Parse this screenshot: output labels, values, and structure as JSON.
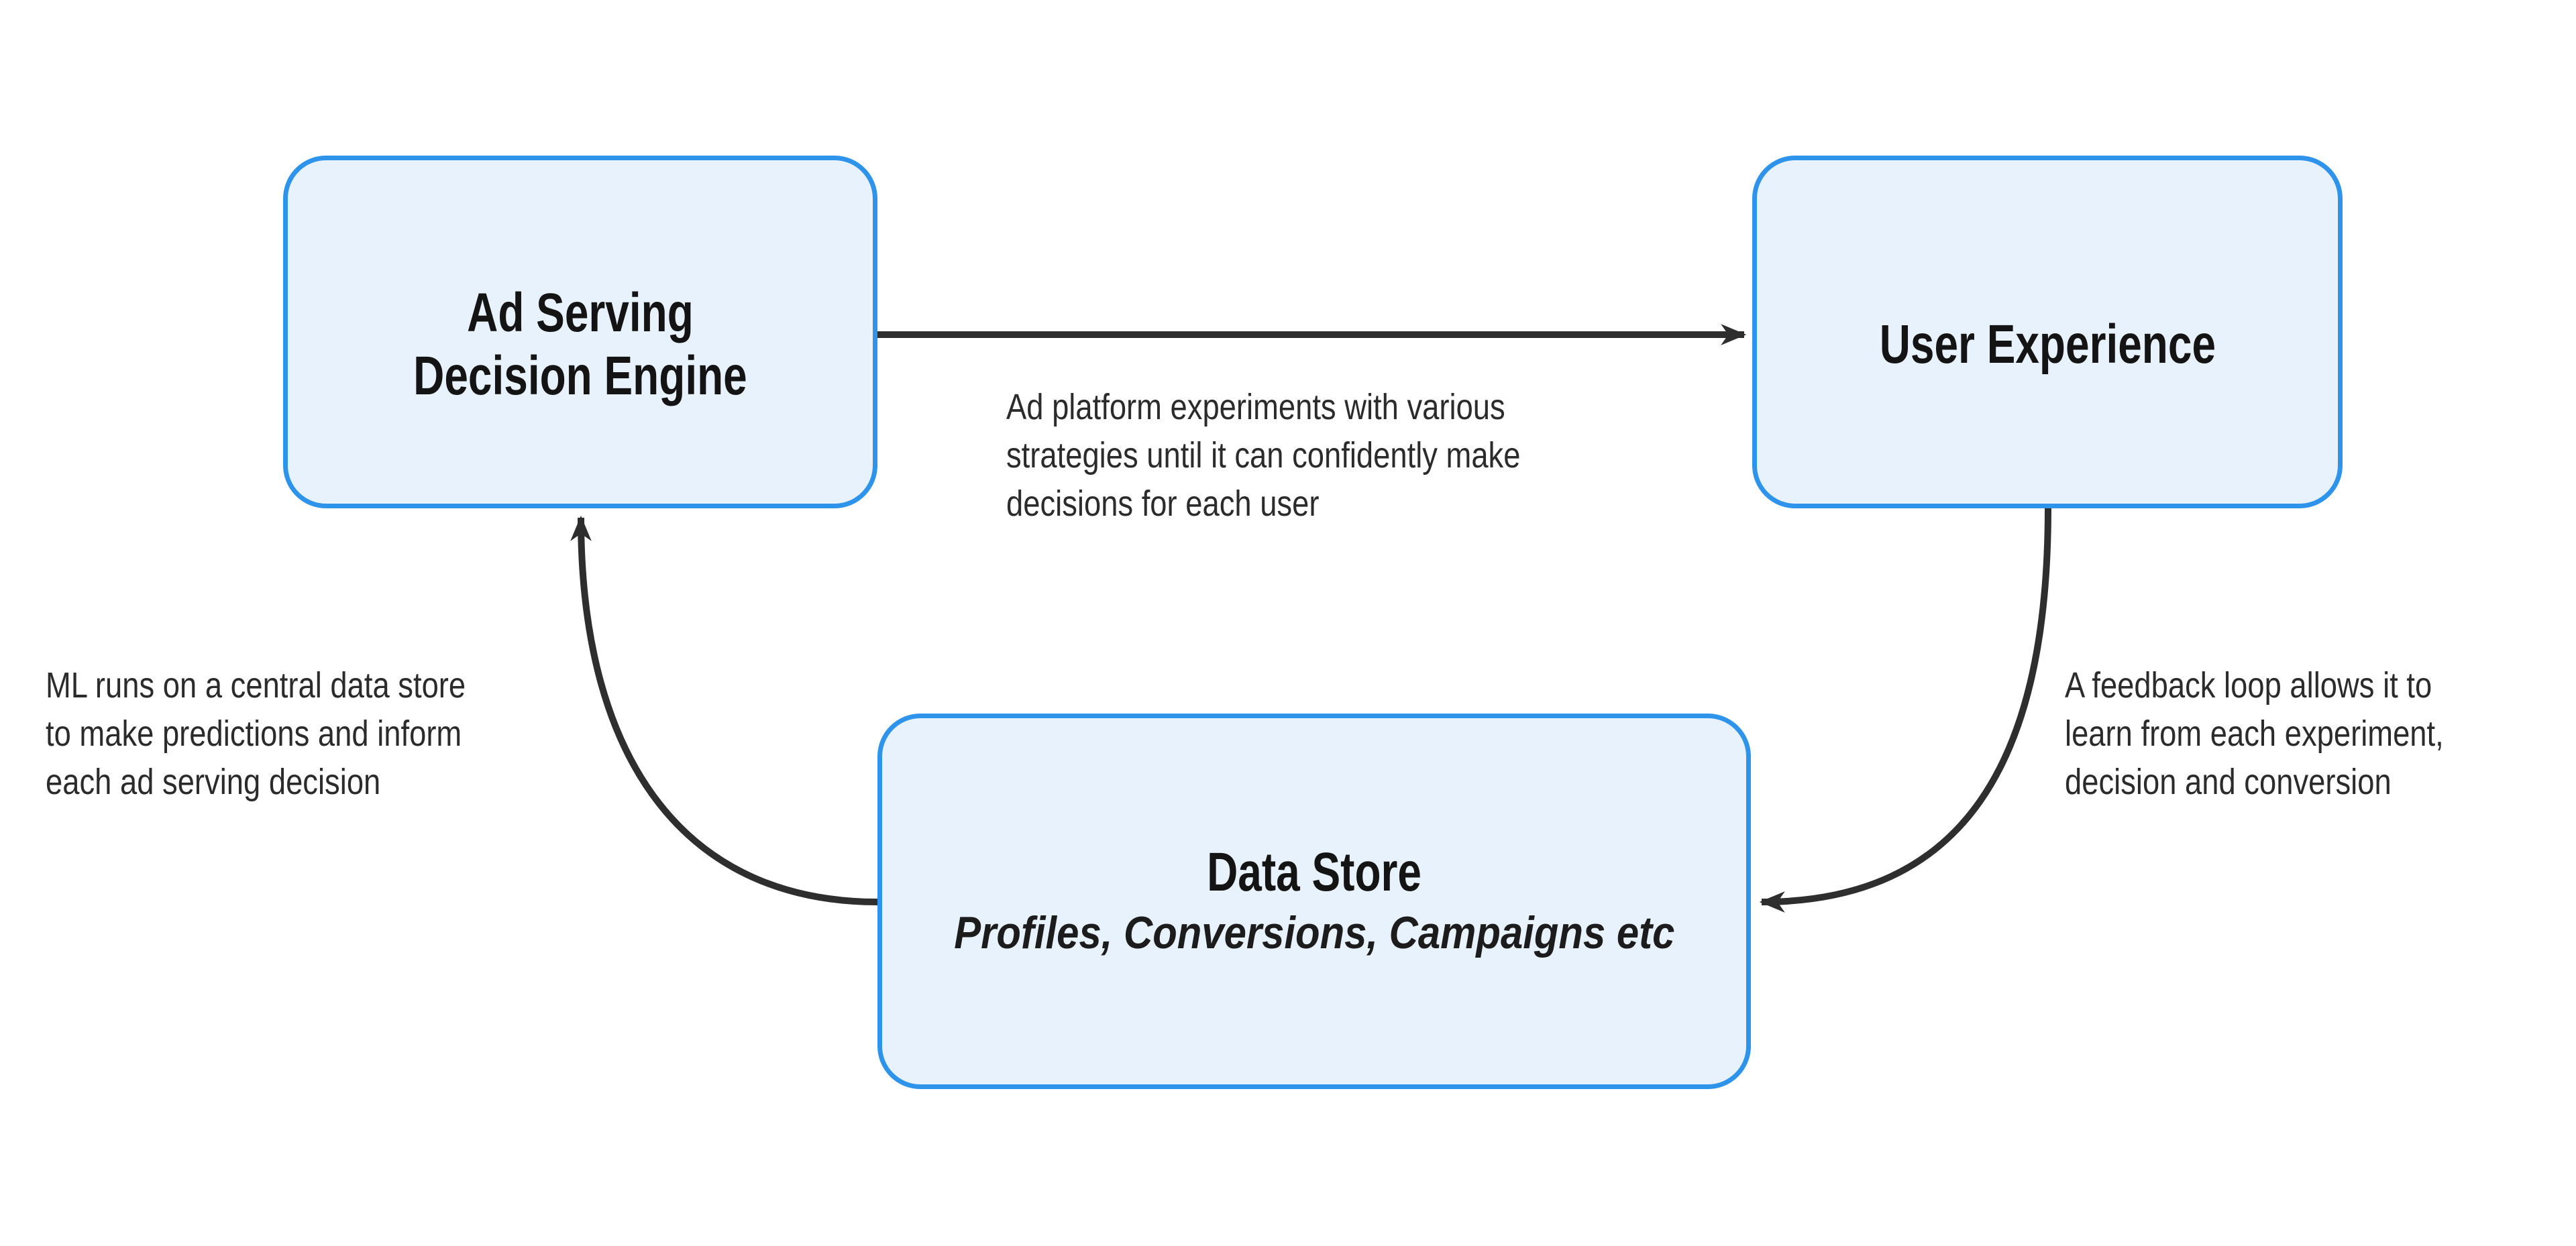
{
  "colors": {
    "background": "#ffffff",
    "box_fill": "#e8f2fc",
    "box_border": "#2e93ea",
    "arrow": "#2e2e2e",
    "title_text": "#141414",
    "annotation_text": "#2b2b2b"
  },
  "nodes": {
    "ad_serving": {
      "title_line1": "Ad Serving",
      "title_line2": "Decision Engine"
    },
    "user_experience": {
      "title": "User Experience"
    },
    "data_store": {
      "title": "Data Store",
      "subtitle": "Profiles, Conversions, Campaigns etc"
    }
  },
  "annotations": {
    "top_arrow": {
      "lines": [
        "Ad platform experiments with various",
        "strategies until it can confidently make",
        "decisions for each user"
      ]
    },
    "left_arrow": {
      "lines": [
        "ML runs on a central data store",
        "to make predictions and inform",
        "each ad serving decision"
      ]
    },
    "right_arrow": {
      "lines": [
        "A feedback loop allows it to",
        "learn from each experiment,",
        "decision and conversion"
      ]
    }
  }
}
